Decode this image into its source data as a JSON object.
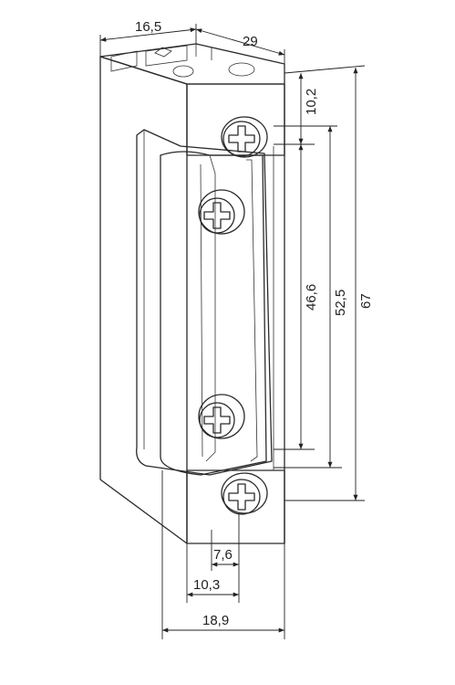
{
  "dimensions": {
    "top_width": "16,5",
    "top_depth": "29",
    "upper_offset": "10,2",
    "height_short": "46,6",
    "height_mid": "52,5",
    "height_total": "67",
    "bottom_small": "7,6",
    "bottom_mid": "10,3",
    "bottom_large": "18,9"
  },
  "colors": {
    "line": "#2a2a2a",
    "shade_light": "#f4f4f4",
    "shade_mid": "#e6e6e6",
    "shade_dark": "#cfcfcf"
  }
}
